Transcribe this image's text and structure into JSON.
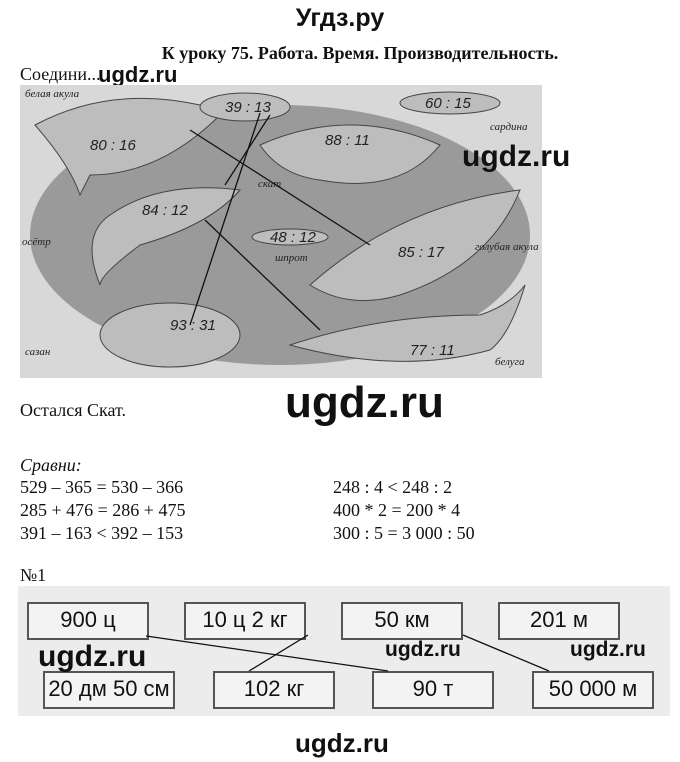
{
  "site_title": "Угдз.ру",
  "heading": "К уроку 75. Работа. Время. Производительность.",
  "connect_label": "Соедини...",
  "watermark": "ugdz.ru",
  "fish": [
    {
      "name": "белая акула",
      "expr": "80 : 16"
    },
    {
      "name": "",
      "expr": "39 : 13"
    },
    {
      "name": "сардина",
      "expr": "60 : 15"
    },
    {
      "name": "скат",
      "expr": "88 : 11"
    },
    {
      "name": "осётр",
      "expr": "84 : 12"
    },
    {
      "name": "шпрот",
      "expr": "48 : 12"
    },
    {
      "name": "голубая акула",
      "expr": "85 : 17"
    },
    {
      "name": "сазан",
      "expr": "93 : 31"
    },
    {
      "name": "белуга",
      "expr": "77 : 11"
    }
  ],
  "answer": "Остался Скат.",
  "compare": {
    "label": "Сравни:",
    "left": [
      "529 – 365 = 530 – 366",
      "285 + 476 = 286 + 475",
      "391 – 163 < 392 – 153"
    ],
    "right": [
      "248 : 4 < 248 : 2",
      "400 * 2 = 200 * 4",
      "300 : 5 = 3 000 : 50"
    ]
  },
  "task1": {
    "label": "№1",
    "top": [
      "900 ц",
      "10 ц 2 кг",
      "50 км",
      "201 м"
    ],
    "bottom": [
      "20 дм 50 см",
      "102 кг",
      "90 т",
      "50 000 м"
    ]
  }
}
